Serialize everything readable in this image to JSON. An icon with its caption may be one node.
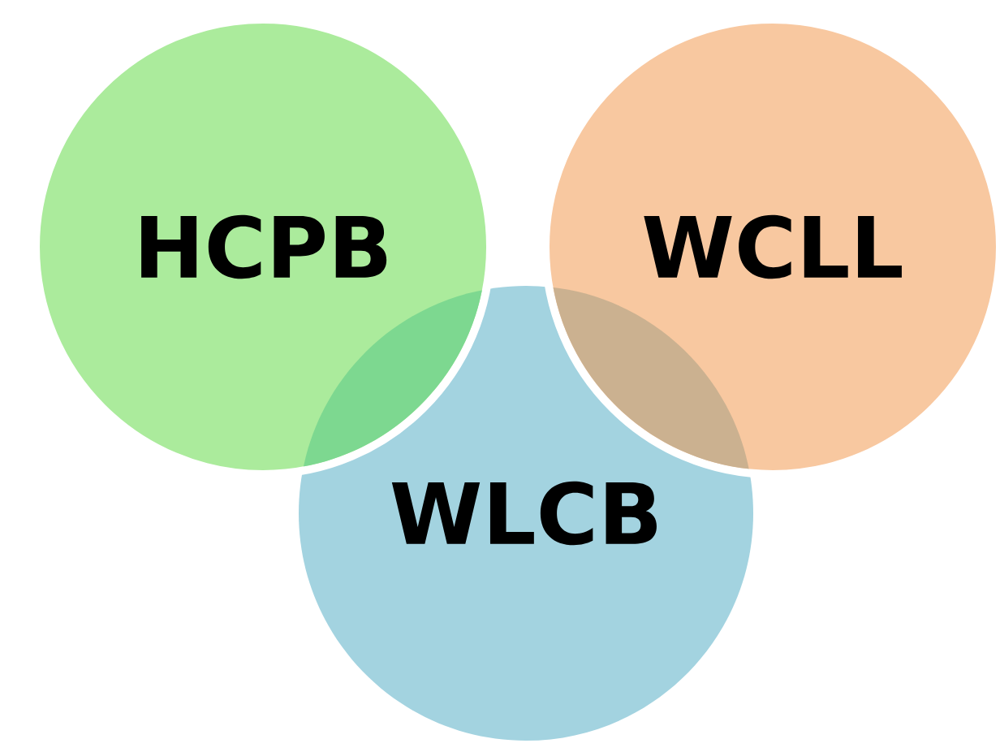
{
  "diagram": {
    "nodes": [
      {
        "text": [
          "HCPB"
        ]
      },
      {
        "text": [
          "WCLL"
        ]
      },
      {
        "text": [
          "WLCB"
        ]
      }
    ]
  }
}
